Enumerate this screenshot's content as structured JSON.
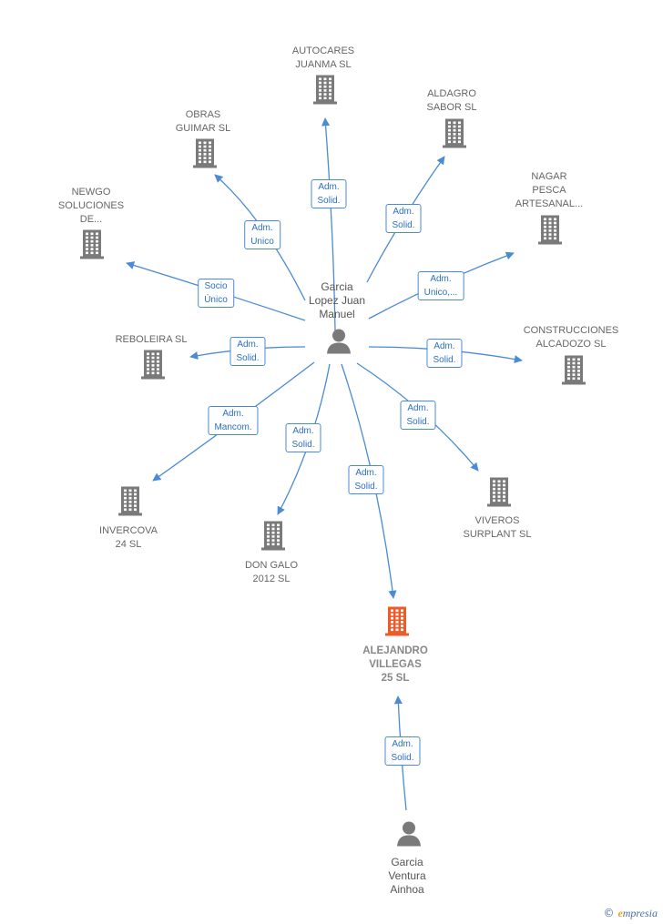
{
  "colors": {
    "edge": "#4a8ad6",
    "building": "#7a7a7a",
    "building_main": "#f05a28",
    "person": "#7a7a7a"
  },
  "center": {
    "name": "Garcia\nLopez Juan\nManuel",
    "icon": "person-icon"
  },
  "companies": [
    {
      "id": "autocares",
      "name": "AUTOCARES\nJUANMA  SL",
      "role": "Adm.\nSolid."
    },
    {
      "id": "aldagro",
      "name": "ALDAGRO\nSABOR  SL",
      "role": "Adm.\nSolid."
    },
    {
      "id": "obras",
      "name": "OBRAS\nGUIMAR SL",
      "role": "Adm.\nUnico"
    },
    {
      "id": "nagar",
      "name": "NAGAR\nPESCA\nARTESANAL...",
      "role": "Adm.\nUnico,..."
    },
    {
      "id": "newgo",
      "name": "NEWGO\nSOLUCIONES\nDE...",
      "role": "Socio\nÚnico"
    },
    {
      "id": "reboleira",
      "name": "REBOLEIRA  SL",
      "role": "Adm.\nSolid."
    },
    {
      "id": "construcciones",
      "name": "CONSTRUCCIONES\nALCADOZO SL",
      "role": "Adm.\nSolid."
    },
    {
      "id": "viveros",
      "name": "VIVEROS\nSURPLANT SL",
      "role": "Adm.\nSolid."
    },
    {
      "id": "invercova",
      "name": "INVERCOVA\n24 SL",
      "role": "Adm.\nMancom."
    },
    {
      "id": "dongalo",
      "name": "DON GALO\n2012 SL",
      "role": "Adm.\nSolid."
    },
    {
      "id": "alejandro",
      "name": "ALEJANDRO\nVILLEGAS\n25  SL",
      "role": "Adm.\nSolid.",
      "main": true
    }
  ],
  "second_person": {
    "name": "Garcia\nVentura\nAinhoa",
    "role": "Adm.\nSolid.",
    "icon": "person-icon"
  },
  "footer": {
    "copyright": "©",
    "brand_initial": "e",
    "brand_rest": "mpresia"
  }
}
